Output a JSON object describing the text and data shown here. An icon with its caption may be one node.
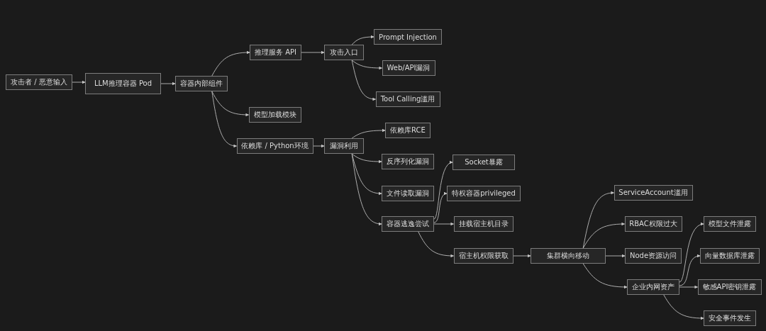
{
  "diagram": {
    "nodes": [
      {
        "text": [
          "攻击者 / 恶意输入"
        ]
      },
      {
        "text": [
          "LLM推理容器 Pod"
        ]
      },
      {
        "text": [
          "容器内部组件"
        ]
      },
      {
        "text": [
          "推理服务 API"
        ]
      },
      {
        "text": [
          "模型加载模块"
        ]
      },
      {
        "text": [
          "依赖库 / Python环境"
        ]
      },
      {
        "text": [
          "攻击入口"
        ]
      },
      {
        "text": [
          "Prompt Injection"
        ]
      },
      {
        "text": [
          "Web/API漏洞"
        ]
      },
      {
        "text": [
          "Tool Calling滥用"
        ]
      },
      {
        "text": [
          "漏洞利用"
        ]
      },
      {
        "text": [
          "依赖库RCE"
        ]
      },
      {
        "text": [
          "反序列化漏洞"
        ]
      },
      {
        "text": [
          "文件读取漏洞"
        ]
      },
      {
        "text": [
          "容器逃逸尝试"
        ]
      },
      {
        "text": [
          "Socket暴露"
        ]
      },
      {
        "text": [
          "特权容器privileged"
        ]
      },
      {
        "text": [
          "挂载宿主机目录"
        ]
      },
      {
        "text": [
          "宿主机权限获取"
        ]
      },
      {
        "text": [
          "集群横向移动"
        ]
      },
      {
        "text": [
          "ServiceAccount滥用"
        ]
      },
      {
        "text": [
          "RBAC权限过大"
        ]
      },
      {
        "text": [
          "Node资源访问"
        ]
      },
      {
        "text": [
          "企业内网资产"
        ]
      },
      {
        "text": [
          "模型文件泄露"
        ]
      },
      {
        "text": [
          "向量数据库泄露"
        ]
      },
      {
        "text": [
          "敏感API密钥泄露"
        ]
      },
      {
        "text": [
          "安全事件发生"
        ]
      }
    ],
    "edges": [
      {
        "from": 0,
        "to": 1,
        "arrow": "to"
      },
      {
        "from": 1,
        "to": 2,
        "arrow": "to"
      },
      {
        "from": 2,
        "to": 3,
        "arrow": "to"
      },
      {
        "from": 2,
        "to": 4,
        "arrow": "to"
      },
      {
        "from": 2,
        "to": 5,
        "arrow": "to"
      },
      {
        "from": 3,
        "to": 6,
        "arrow": "to"
      },
      {
        "from": 6,
        "to": 7,
        "arrow": "to"
      },
      {
        "from": 6,
        "to": 8,
        "arrow": "to"
      },
      {
        "from": 6,
        "to": 9,
        "arrow": "to"
      },
      {
        "from": 5,
        "to": 10,
        "arrow": "to"
      },
      {
        "from": 10,
        "to": 11,
        "arrow": "to"
      },
      {
        "from": 10,
        "to": 12,
        "arrow": "to"
      },
      {
        "from": 10,
        "to": 13,
        "arrow": "to"
      },
      {
        "from": 10,
        "to": 14,
        "arrow": "to"
      },
      {
        "from": 14,
        "to": 15,
        "arrow": "to"
      },
      {
        "from": 14,
        "to": 16,
        "arrow": "to"
      },
      {
        "from": 14,
        "to": 17,
        "arrow": "to"
      },
      {
        "from": 14,
        "to": 18,
        "arrow": "to"
      },
      {
        "from": 18,
        "to": 19,
        "arrow": "to"
      },
      {
        "from": 19,
        "to": 20,
        "arrow": "to"
      },
      {
        "from": 19,
        "to": 21,
        "arrow": "to"
      },
      {
        "from": 19,
        "to": 22,
        "arrow": "to"
      },
      {
        "from": 19,
        "to": 23,
        "arrow": "to"
      },
      {
        "from": 23,
        "to": 24,
        "arrow": "to"
      },
      {
        "from": 23,
        "to": 25,
        "arrow": "to"
      },
      {
        "from": 23,
        "to": 26,
        "arrow": "to"
      },
      {
        "from": 23,
        "to": 27,
        "arrow": "to"
      }
    ]
  }
}
